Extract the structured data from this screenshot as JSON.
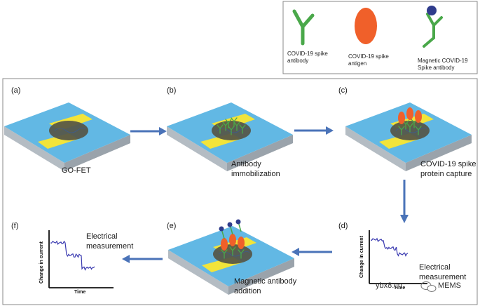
{
  "legend": {
    "items": [
      {
        "label_line1": "COVID-19 spike",
        "label_line2": "antibody"
      },
      {
        "label_line1": "COVID-19 spike",
        "label_line2": "antigen"
      },
      {
        "label_line1": "Magnetic COVID-19",
        "label_line2": "Spike antibody"
      }
    ]
  },
  "panels": [
    {
      "letter": "(a)",
      "caption_line1": "GO-FET",
      "caption_line2": ""
    },
    {
      "letter": "(b)",
      "caption_line1": "Antibody",
      "caption_line2": "immobilization"
    },
    {
      "letter": "(c)",
      "caption_line1": "COVID-19 spike",
      "caption_line2": "protein capture"
    },
    {
      "letter": "(d)",
      "caption_line1": "Electrical",
      "caption_line2": "measurement"
    },
    {
      "letter": "(e)",
      "caption_line1": "Magnetic antibody",
      "caption_line2": "addition"
    },
    {
      "letter": "(f)",
      "caption_line1": "Electrical",
      "caption_line2": "measurement"
    }
  ],
  "graph": {
    "ylabel": "Change in current",
    "xlabel": "Time"
  },
  "watermark": {
    "left": "ybx8.cn",
    "right": "MEMS"
  },
  "colors": {
    "substrate_top": "#62b8e4",
    "substrate_side": "#9aa3ab",
    "electrode": "#f2e43a",
    "graphene": "#555546",
    "antibody": "#4aa84a",
    "antigen": "#f0602a",
    "magnetic_bead": "#2f3c8c",
    "arrow": "#4a73b8",
    "signal": "#3a3ab0"
  }
}
